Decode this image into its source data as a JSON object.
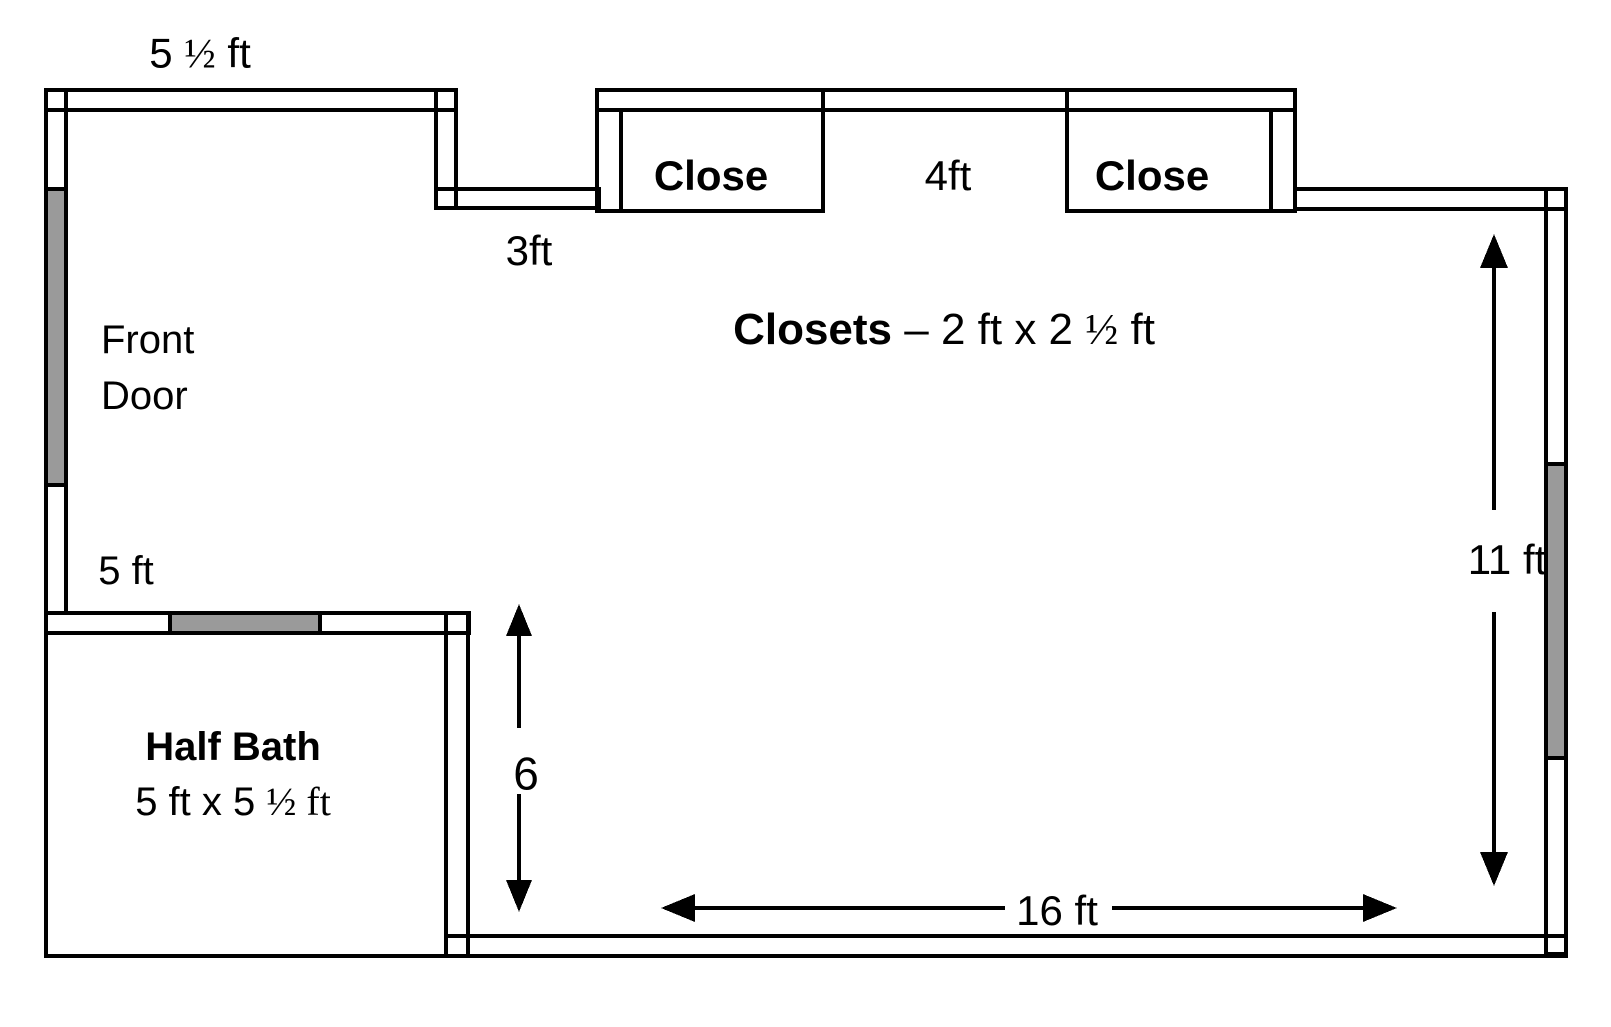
{
  "colors": {
    "wall": "#000000",
    "door_marker": "#9a9a9a",
    "background": "#ffffff"
  },
  "labels": {
    "top_width": {
      "parts": [
        "5 ",
        "½",
        " ft"
      ]
    },
    "entry_width": "3ft",
    "closet_left": "Close",
    "closet_gap_width": "4ft",
    "closet_right": "Close",
    "closets_note": {
      "bold": "Closets",
      "rest_a": " – 2 ft x 2 ",
      "frac": "½",
      "rest_b": " ft"
    },
    "front_door": {
      "line1": "Front",
      "line2": "Door"
    },
    "left_lower_width": "5 ft",
    "half_bath": {
      "name": "Half Bath",
      "dims_a": "5 ft x 5 ",
      "dims_frac": "½",
      "dims_b": " ft"
    },
    "dim_half_bath_height": "6",
    "dim_bottom_width": "16 ft",
    "dim_right_height": "11 ft"
  }
}
